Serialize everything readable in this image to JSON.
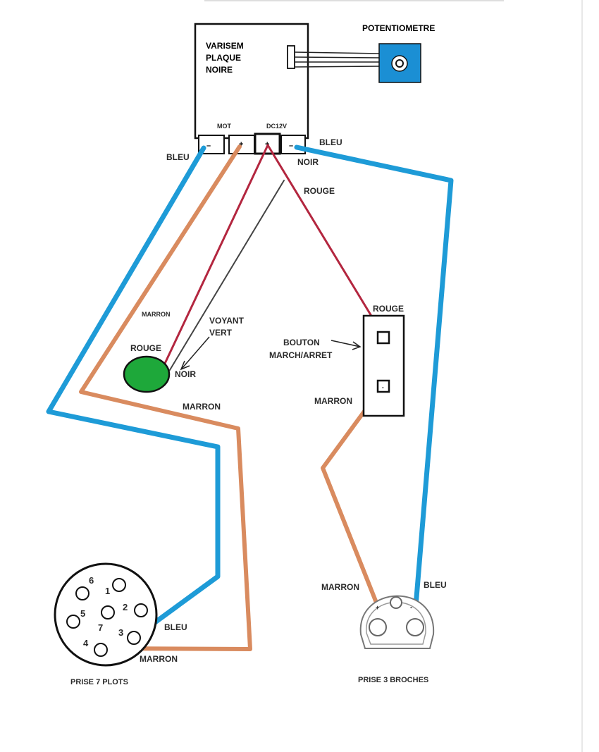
{
  "module": {
    "title_line1": "VARISEM",
    "title_line2": "PLAQUE",
    "title_line3": "NOIRE",
    "mot_label": "MOT",
    "dc_label": "DC12V",
    "term_minus_1": "–",
    "term_plus_1": "+",
    "term_plus_2": "+",
    "term_minus_2": "–"
  },
  "potentiometer": {
    "label": "POTENTIOMETRE"
  },
  "wire_labels": {
    "bleu_left": "BLEU",
    "bleu_right": "BLEU",
    "noir_top": "NOIR",
    "rouge_top": "ROUGE",
    "marron_small": "MARRON",
    "voyant_line1": "VOYANT",
    "voyant_line2": "VERT",
    "rouge_led": "ROUGE",
    "noir_led": "NOIR",
    "marron_mid": "MARRON",
    "rouge_switch": "ROUGE",
    "bouton_line1": "BOUTON",
    "bouton_line2": "MARCH/ARRET",
    "marron_switch": "MARRON",
    "marron_plug3": "MARRON",
    "bleu_plug3": "BLEU",
    "bleu_plug7": "BLEU",
    "marron_plug7": "MARRON"
  },
  "switch_labels": {
    "minus": "-"
  },
  "plug7": {
    "title": "PRISE 7 PLOTS",
    "pins": [
      "1",
      "2",
      "3",
      "4",
      "5",
      "6",
      "7"
    ]
  },
  "plug3": {
    "title": "PRISE 3 BROCHES",
    "pin_plus": "+",
    "pin_minus": "-"
  },
  "colors": {
    "blue_wire": "#1e9bd7",
    "brown_wire": "#d98b5f",
    "red_wire": "#b3263f",
    "black_wire": "#444444",
    "led_green": "#1ea83a",
    "pot_blue": "#1b8fd4"
  }
}
